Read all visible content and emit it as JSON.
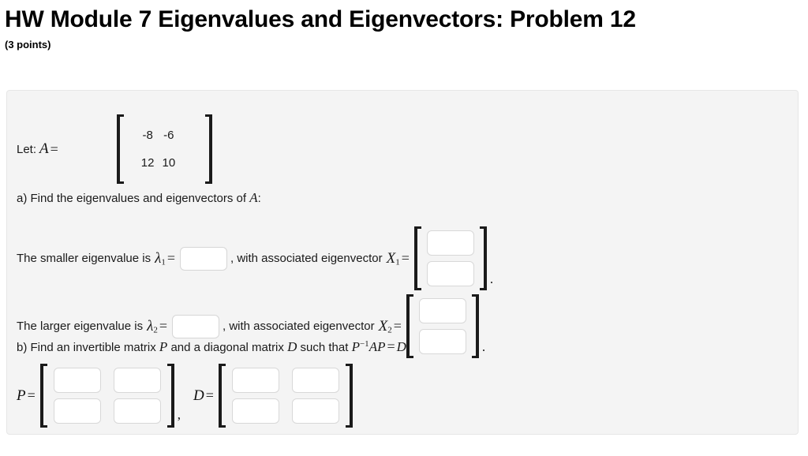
{
  "header": {
    "title": "HW Module 7 Eigenvalues and Eigenvectors: Problem 12",
    "points": "(3 points)"
  },
  "problem": {
    "let_label": "Let:",
    "matrix_var": "A",
    "equals": "=",
    "matrix_A": {
      "rows": [
        [
          "-8",
          "-6"
        ],
        [
          "12",
          "10"
        ]
      ]
    },
    "part_a": {
      "prompt_before": "a) Find the eigenvalues and eigenvectors of",
      "prompt_var": "A",
      "prompt_after": ":",
      "smaller": {
        "text_before": "The smaller eigenvalue is",
        "lambda": "λ",
        "lambda_sub": "1",
        "equals": "=",
        "value": "",
        "placeholder": "",
        "text_middle": ", with associated eigenvector",
        "vector_var": "X",
        "vector_sub": "1",
        "vector_equals": "=",
        "vector_values": [
          "",
          ""
        ],
        "period": "."
      },
      "larger": {
        "text_before": "The larger eigenvalue is",
        "lambda": "λ",
        "lambda_sub": "2",
        "equals": "=",
        "value": "",
        "placeholder": "",
        "text_middle": ", with associated eigenvector",
        "vector_var": "X",
        "vector_sub": "2",
        "vector_equals": "=",
        "vector_values": [
          "",
          ""
        ],
        "period": "."
      }
    },
    "part_b": {
      "prompt_1": "b) Find an invertible matrix",
      "prompt_var_p": "P",
      "prompt_2": "and a diagonal matrix",
      "prompt_var_d": "D",
      "prompt_3": "such that",
      "prompt_expr_p": "P",
      "prompt_expr_sup": "−1",
      "prompt_expr_ap": "AP",
      "prompt_expr_eq": "=",
      "prompt_expr_d": "D",
      "prompt_4": ".",
      "matrix_P": {
        "label": "P",
        "equals": "=",
        "values": [
          "",
          "",
          "",
          ""
        ]
      },
      "separator": ",",
      "matrix_D": {
        "label": "D",
        "equals": "=",
        "values": [
          "",
          "",
          "",
          ""
        ]
      }
    }
  },
  "colors": {
    "panel_bg": "#f4f4f4",
    "page_bg": "#ffffff",
    "text": "#1a1a1a",
    "input_border": "#d6d6d6",
    "bracket": "#1a1a1a"
  }
}
